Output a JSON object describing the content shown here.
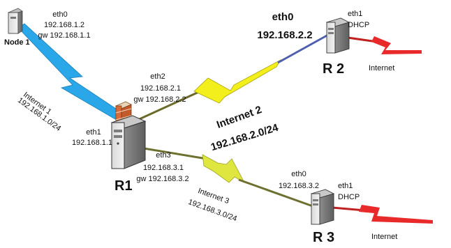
{
  "node1": {
    "name": "Node 1",
    "iface": "eth0",
    "ip": "192.168.1.2",
    "gw": "gw 192.168.1.1"
  },
  "link_internet1": {
    "name": "Internet 1",
    "subnet": "192.168.1.0/24",
    "color": "#29a6e6"
  },
  "r1": {
    "name": "R1",
    "eth1": {
      "iface": "eth1",
      "ip": "192.168.1.1"
    },
    "eth2": {
      "iface": "eth2",
      "ip": "192.168.2.1",
      "gw": "gw 192.168.2.2"
    },
    "eth3": {
      "iface": "eth3",
      "ip": "192.168.3.1",
      "gw": "gw 192.168.3.2"
    }
  },
  "link_internet2": {
    "name": "Internet 2",
    "subnet": "192.168.2.0/24",
    "color": "#f2ee1a"
  },
  "r2": {
    "name": "R 2",
    "eth0": {
      "iface": "eth0",
      "ip": "192.168.2.2"
    },
    "eth1": {
      "iface": "eth1",
      "mode": "DHCP"
    },
    "uplink": "Internet"
  },
  "link_internet3": {
    "name": "Internet 3",
    "subnet": "192.168.3.0/24",
    "color": "#e3e64a"
  },
  "r3": {
    "name": "R 3",
    "eth0": {
      "iface": "eth0",
      "ip": "192.168.3.2"
    },
    "eth1": {
      "iface": "eth1",
      "mode": "DHCP"
    },
    "uplink": "Internet"
  },
  "uplink_color": "#e82a2a"
}
